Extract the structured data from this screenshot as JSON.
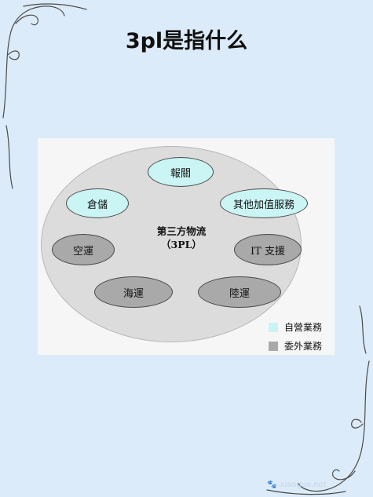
{
  "page": {
    "title": "3pl是指什么"
  },
  "diagram": {
    "center": {
      "line1": "第三方物流",
      "line2": "（3PL）"
    },
    "nodes": [
      {
        "label": "報關",
        "kind": "self"
      },
      {
        "label": "倉儲",
        "kind": "self"
      },
      {
        "label": "其他加值服務",
        "kind": "self"
      },
      {
        "label": "空運",
        "kind": "out"
      },
      {
        "label": "IT 支援",
        "kind": "out"
      },
      {
        "label": "海運",
        "kind": "out"
      },
      {
        "label": "陸運",
        "kind": "out"
      }
    ],
    "legend": [
      {
        "label": "自營業務",
        "color": "#c8f4f4"
      },
      {
        "label": "委外業務",
        "color": "#a9a9a9"
      }
    ]
  },
  "watermark": {
    "icon": "paw-icon",
    "text": "xiaoguo.net"
  },
  "colors": {
    "background": "#dcebf9",
    "self_fill": "#cbf4f4",
    "outsourced_fill": "#a9a9a9"
  }
}
